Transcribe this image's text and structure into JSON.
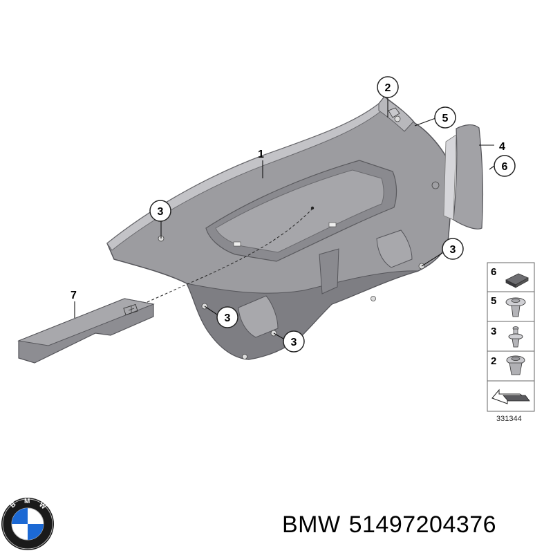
{
  "diagram": {
    "callouts": {
      "trim_panel": "1",
      "clip_top": "2",
      "clip_left": "3",
      "clip_right": "3",
      "clip_lower_left": "3",
      "clip_lower_mid": "3",
      "expanding_rivet": "5",
      "side_trim": "4",
      "pad": "6",
      "floor_mat": "7"
    },
    "legend": {
      "rows": [
        {
          "number": "6",
          "icon": "foam-pad-icon"
        },
        {
          "number": "5",
          "icon": "expanding-rivet-icon"
        },
        {
          "number": "3",
          "icon": "push-clip-icon"
        },
        {
          "number": "2",
          "icon": "clip-nut-icon"
        },
        {
          "number": "",
          "icon": "tool-arrow-icon"
        }
      ],
      "ref_number": "331344"
    }
  },
  "footer": {
    "brand": "BMW",
    "part_number": "51497204376",
    "logo_icon": "bmw-roundel-icon",
    "logo_letters": "BMW"
  },
  "colors": {
    "panel": "#9c9ca0",
    "panel_dark": "#7e7e83",
    "panel_light": "#b4b4b8",
    "bmw_blue": "#1c69d4"
  }
}
